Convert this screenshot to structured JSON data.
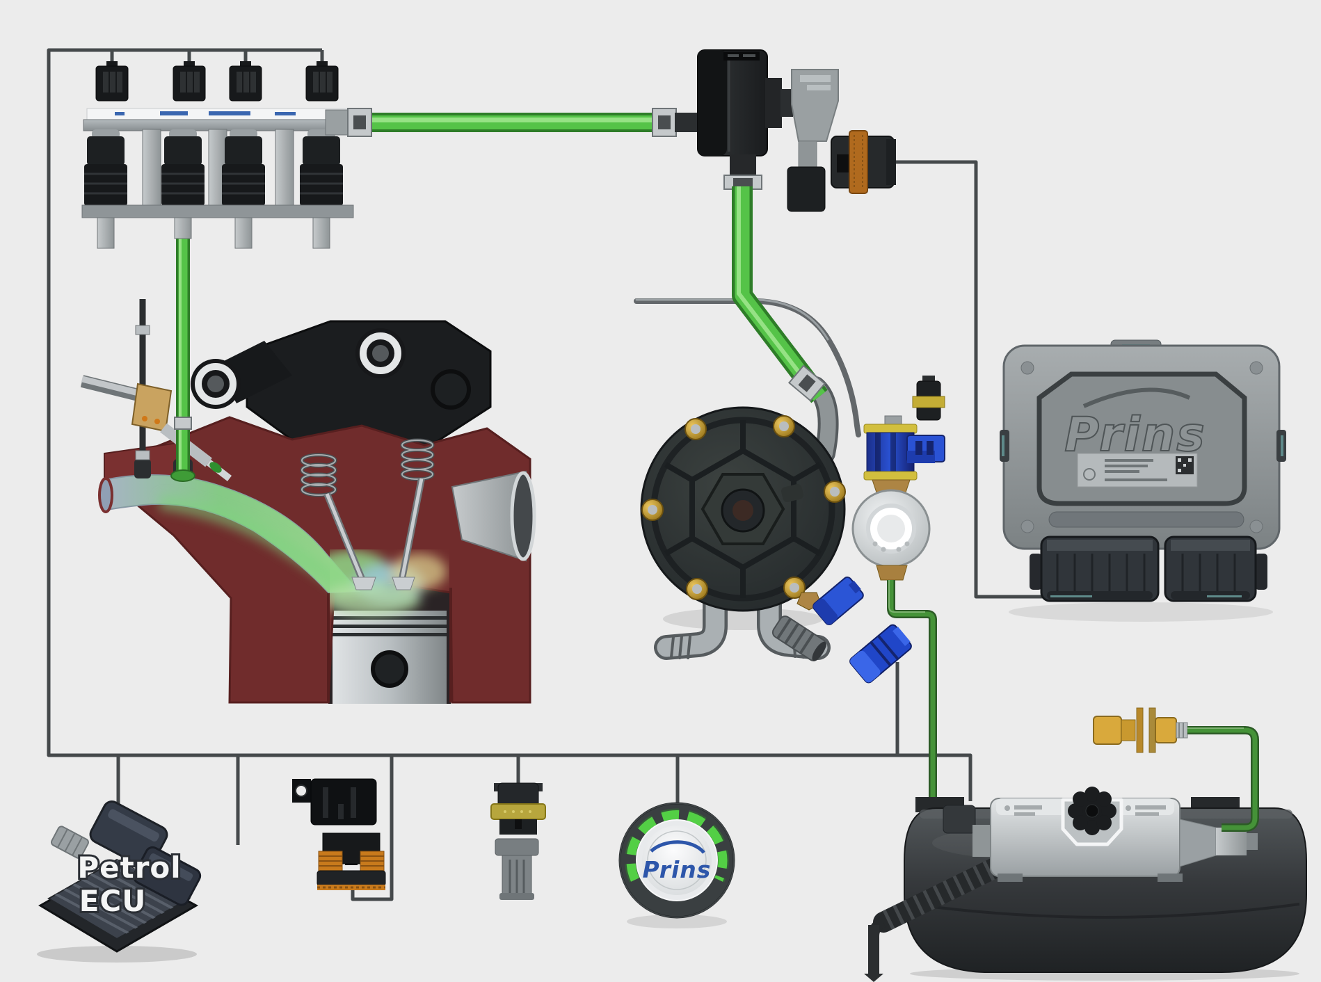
{
  "labels": {
    "petrol_ecu_line1": "Petrol",
    "petrol_ecu_line2": "ECU",
    "prins_ecu_logo": "Prins",
    "fuel_switch_logo": "Prins"
  },
  "colors": {
    "background": "#ececec",
    "wire_dark": "#45494b",
    "gas_hose_green": "#55c348",
    "rigid_pipe_green": "#459238",
    "engine_cutaway_red": "#702c2c",
    "intake_runner_blue": "#a7b4c4",
    "solenoid_blue": "#2a52d4",
    "brass": "#d9a93c",
    "tank_dark": "#36393c",
    "led_green": "#53cf45",
    "prins_logo_blue": "#2d56aa",
    "relay_orange": "#c87a1c"
  }
}
